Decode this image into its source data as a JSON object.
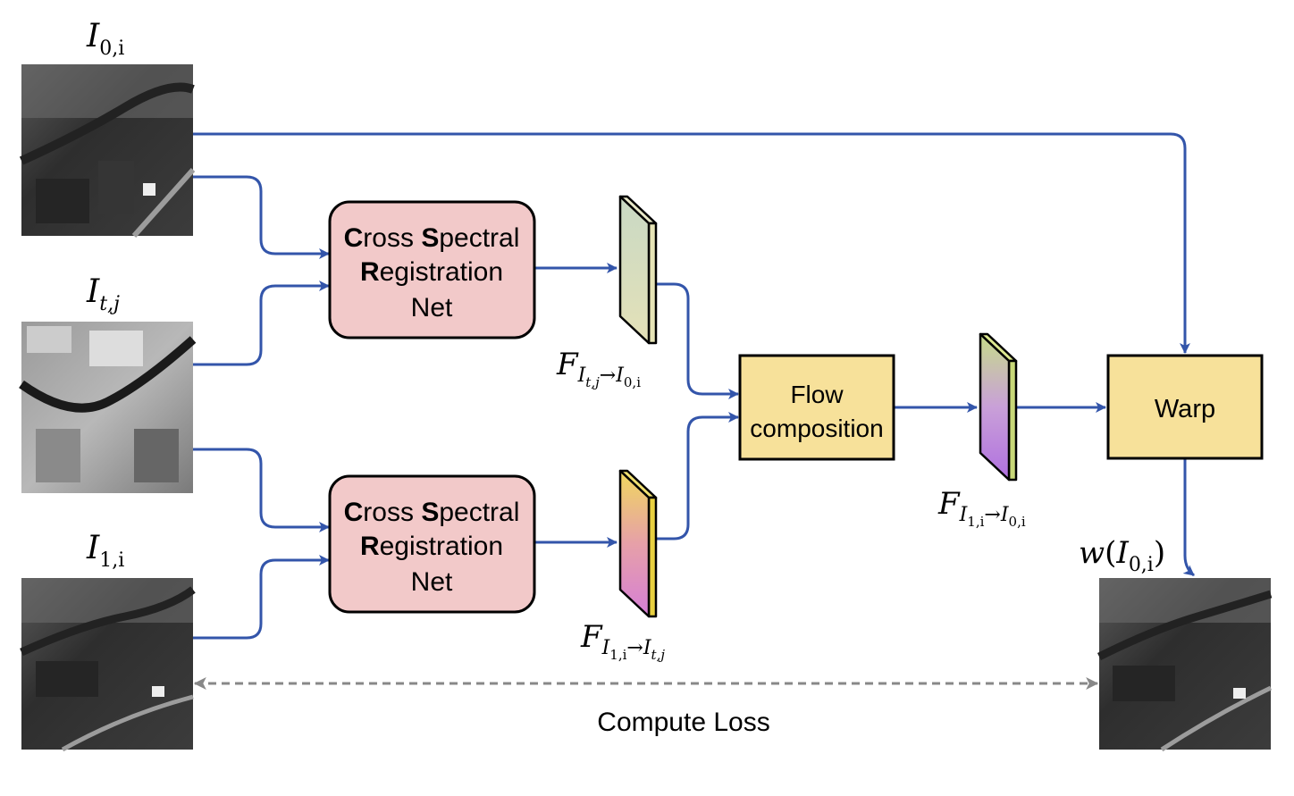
{
  "images": {
    "i0": {
      "label_base": "I",
      "label_sub": "0,i"
    },
    "it": {
      "label_base": "I",
      "label_sub": "t,j"
    },
    "i1": {
      "label_base": "I",
      "label_sub": "1,i"
    },
    "warped": {
      "label_fn": "w",
      "label_base": "I",
      "label_sub": "0,i"
    }
  },
  "blocks": {
    "csr_top": {
      "line1_b1": "C",
      "line1_r1": "ross ",
      "line1_b2": "S",
      "line1_r2": "pectral",
      "line2_b": "R",
      "line2_r": "egistration",
      "line3": "Net"
    },
    "csr_bottom": {
      "line1_b1": "C",
      "line1_r1": "ross ",
      "line1_b2": "S",
      "line1_r2": "pectral",
      "line2_b": "R",
      "line2_r": "egistration",
      "line3": "Net"
    },
    "flow_comp": {
      "line1": "Flow",
      "line2": "composition"
    },
    "warp": {
      "label": "Warp"
    }
  },
  "flows": {
    "f_t0": {
      "base": "F",
      "from_base": "I",
      "from_sub": "t,j",
      "arrow": "→",
      "to_base": "I",
      "to_sub": "0,i"
    },
    "f_1t": {
      "base": "F",
      "from_base": "I",
      "from_sub": "1,i",
      "arrow": "→",
      "to_base": "I",
      "to_sub": "t,j"
    },
    "f_10": {
      "base": "F",
      "from_base": "I",
      "from_sub": "1,i",
      "arrow": "→",
      "to_base": "I",
      "to_sub": "0,i"
    }
  },
  "loss": {
    "label": "Compute Loss"
  },
  "colors": {
    "arrow": "#3355aa",
    "loss_arrow": "#888888",
    "csr_fill": "#f2c9c9",
    "yellow_fill": "#f7e19a"
  }
}
